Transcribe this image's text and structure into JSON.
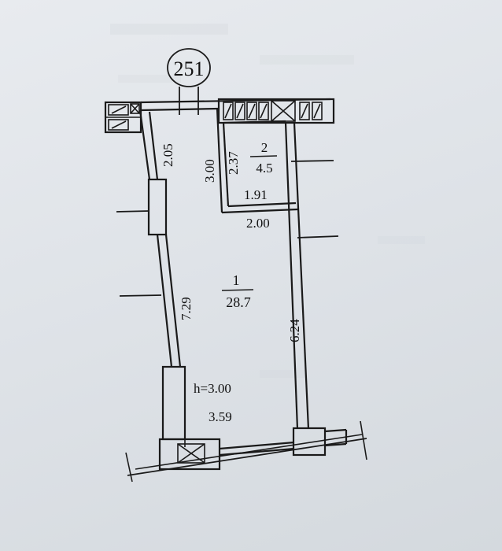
{
  "plan": {
    "marker": "251",
    "room1": {
      "number": "1",
      "area": "28.7"
    },
    "room2": {
      "number": "2",
      "area": "4.5"
    },
    "dims": {
      "left_upper": "2.05",
      "vertical_mid": "3.00",
      "room2_height": "2.37",
      "room2_width": "1.91",
      "corridor_width": "2.00",
      "left_wall": "7.29",
      "right_wall": "6.24",
      "bottom_width": "3.59"
    },
    "ceiling_height": "h=3.00"
  }
}
